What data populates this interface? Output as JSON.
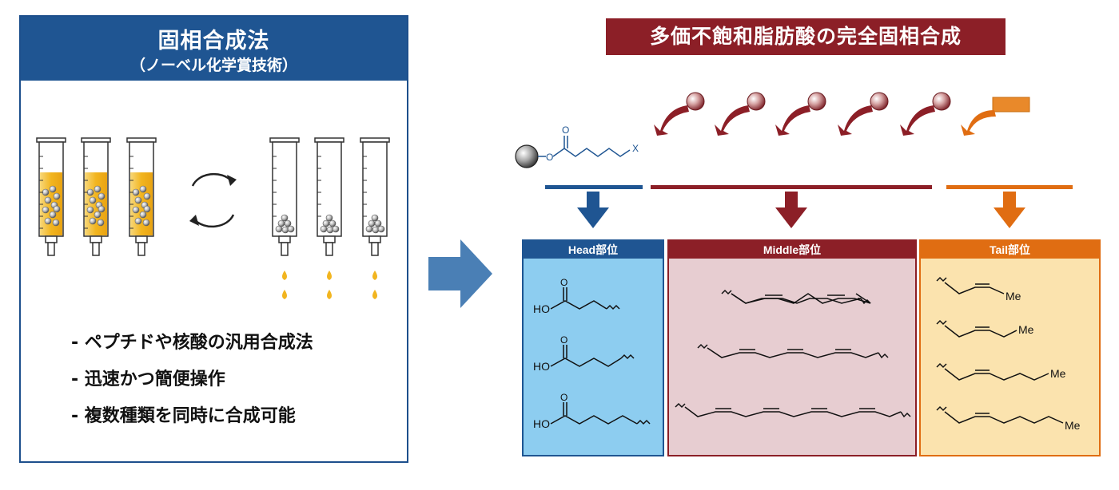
{
  "left": {
    "title": "固相合成法",
    "subtitle": "（ノーベル化学賞技術）",
    "bullets": [
      "- ペプチドや核酸の汎用合成法",
      "- 迅速かつ簡便操作",
      "- 複数種類を同時に合成可能"
    ]
  },
  "right": {
    "title": "多価不飽和脂肪酸の完全固相合成",
    "start_x_label": "X",
    "boxes": {
      "head": {
        "label": "Head部位",
        "group_labels": [
          "HO",
          "HO",
          "HO"
        ]
      },
      "middle": {
        "label": "Middle部位"
      },
      "tail": {
        "label": "Tail部位",
        "end_labels": [
          "Me",
          "Me",
          "Me",
          "Me"
        ]
      }
    }
  },
  "colors": {
    "navy": "#1f5592",
    "maroon": "#8c1f27",
    "orange": "#e06d12",
    "head_fill": "#8dcdf0",
    "middle_fill": "#e7cdd1",
    "tail_fill": "#fbe3ae",
    "liquid": "#f2b51f",
    "arrow_big": "#4a7fb5"
  }
}
